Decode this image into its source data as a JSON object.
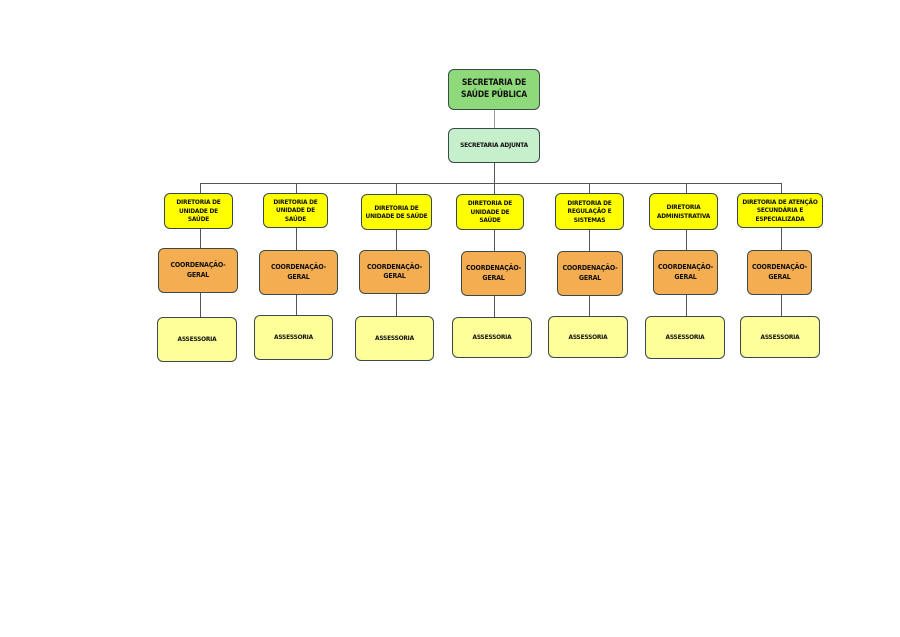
{
  "root": {
    "label": "SECRETARIA DE SAÚDE PÚBLICA"
  },
  "adjunta": {
    "label": "SECRETARIA ADJUNTA"
  },
  "colors": {
    "root": "#8ed97a",
    "adjunta": "#c6efcb",
    "diretoria": "#ffff00",
    "coordenacao": "#f5ad52",
    "assessoria": "#ffff99"
  },
  "columns": [
    {
      "diretoria": "DIRETORIA DE UNIDADE DE SAÚDE",
      "coordenacao": "COORDENAÇÃO-GERAL",
      "assessoria": "ASSESSORIA"
    },
    {
      "diretoria": "DIRETORIA DE UNIDADE DE SAÚDE",
      "coordenacao": "COORDENAÇÃO-GERAL",
      "assessoria": "ASSESSORIA"
    },
    {
      "diretoria": "DIRETORIA DE UNIDADE DE SAÚDE",
      "coordenacao": "COORDENAÇÃO-GERAL",
      "assessoria": "ASSESSORIA"
    },
    {
      "diretoria": "DIRETORIA DE UNIDADE DE SAÚDE",
      "coordenacao": "COORDENAÇÃO-GERAL",
      "assessoria": "ASSESSORIA"
    },
    {
      "diretoria": "DIRETORIA DE REGULAÇÃO E SISTEMAS",
      "coordenacao": "COORDENAÇÃO-GERAL",
      "assessoria": "ASSESSORIA"
    },
    {
      "diretoria": "DIRETORIA ADMINISTRATIVA",
      "coordenacao": "COORDENAÇÃO-GERAL",
      "assessoria": "ASSESSORIA"
    },
    {
      "diretoria": "DIRETORIA DE ATENÇÃO SECUNDÁRIA E ESPECIALIZADA",
      "coordenacao": "COORDENAÇÃO-GERAL",
      "assessoria": "ASSESSORIA"
    }
  ]
}
